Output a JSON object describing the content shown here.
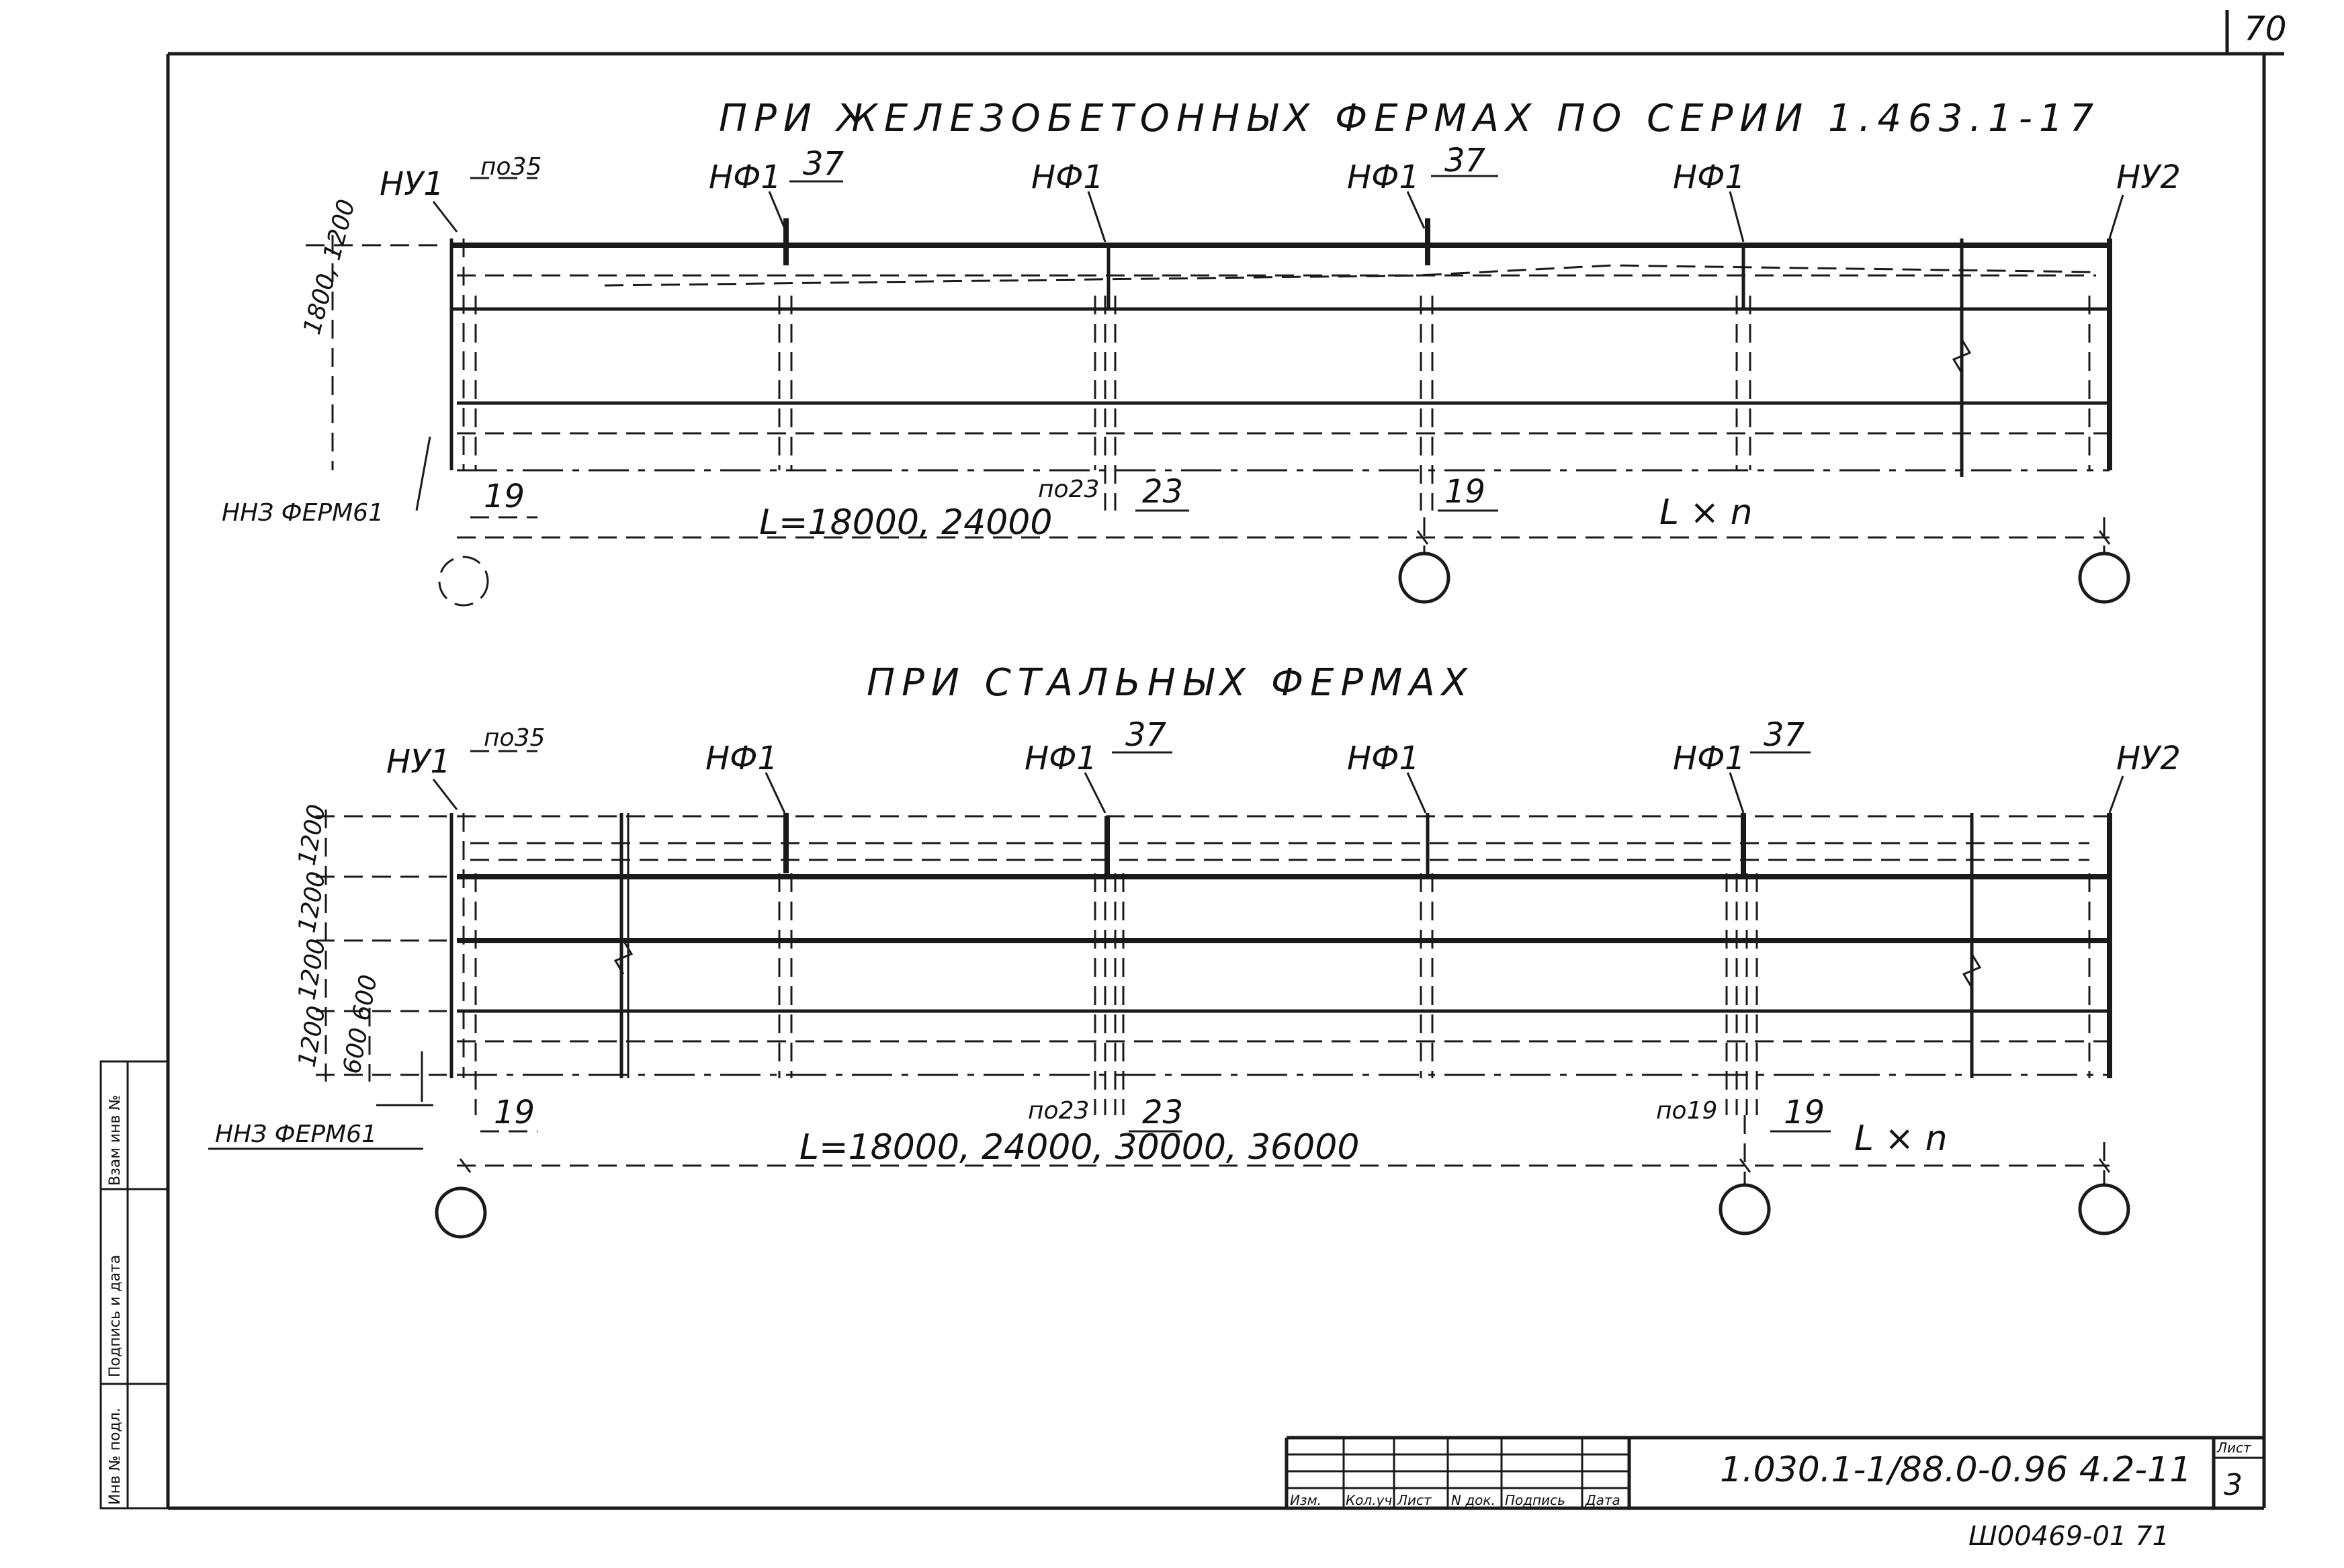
{
  "page": {
    "page_number": "70",
    "stamp_number": "Ш00469-01 71"
  },
  "diagram1": {
    "title": "ПРИ ЖЕЛЕЗОБЕТОННЫХ ФЕРМАХ ПО СЕРИИ 1.463.1-17",
    "labels": {
      "nu1": "НУ1",
      "nu2": "НУ2",
      "nf1": "НФ1",
      "no35": "по35",
      "no23": "по23",
      "n37": "37",
      "n23": "23",
      "n19": "19",
      "nnz": "ННЗ ФЕРМ61"
    },
    "dims": {
      "vertical": "1800, 1200",
      "span": "L=18000, 24000",
      "span_n": "L × n"
    }
  },
  "diagram2": {
    "title": "ПРИ СТАЛЬНЫХ ФЕРМАХ",
    "labels": {
      "nu1": "НУ1",
      "nu2": "НУ2",
      "nf1": "НФ1",
      "no35": "по35",
      "no23": "по23",
      "no19": "по19",
      "n37": "37",
      "n23": "23",
      "n19": "19",
      "nnz": "ННЗ ФЕРМ61"
    },
    "dims": {
      "v1": "1200",
      "v2": "1200",
      "v3": "1200",
      "v4": "1200",
      "v5": "600 600",
      "span": "L=18000, 24000, 30000, 36000",
      "span_n": "L × n"
    }
  },
  "title_block": {
    "doc_code": "1.030.1-1/88.0-0.96 4.2-11",
    "sheet_label": "Лист",
    "sheet_number": "3",
    "columns": [
      "Изм.",
      "Кол.уч",
      "Лист",
      "N док.",
      "Подпись",
      "Дата"
    ]
  },
  "side_stamp": {
    "field1": "Инв № подл.",
    "field2": "Подпись и дата",
    "field3": "Взам инв №"
  }
}
